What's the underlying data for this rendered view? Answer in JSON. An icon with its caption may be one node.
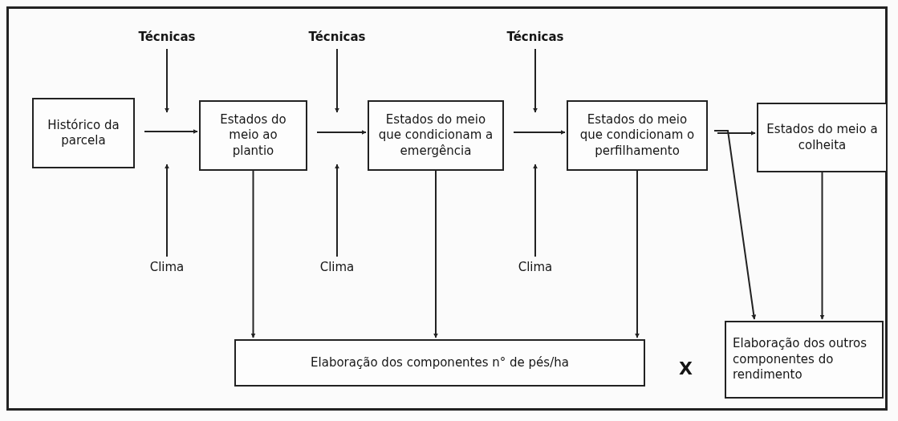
{
  "diagram": {
    "nodes": [
      {
        "text": [
          "Técnicas"
        ]
      },
      {
        "text": [
          "Técnicas"
        ]
      },
      {
        "text": [
          "Técnicas"
        ]
      },
      {
        "text": [
          "Histórico da parcela"
        ]
      },
      {
        "text": [
          "Estados do meio ao plantio"
        ]
      },
      {
        "text": [
          "Estados do meio que condicionam a emergência"
        ]
      },
      {
        "text": [
          "Estados do meio que condicionam o perfilhamento"
        ]
      },
      {
        "text": [
          "Estados do meio a colheita"
        ]
      },
      {
        "text": [
          "Clima"
        ]
      },
      {
        "text": [
          "Clima"
        ]
      },
      {
        "text": [
          "Clima"
        ]
      },
      {
        "text": [
          "Elaboração dos componentes n° de pés/ha"
        ]
      },
      {
        "text": [
          "Elaboração dos outros componentes do rendimento"
        ]
      }
    ],
    "edges": [
      {
        "from": 0,
        "to": null,
        "arrow": "to"
      },
      {
        "from": 1,
        "to": null,
        "arrow": "to"
      },
      {
        "from": 2,
        "to": null,
        "arrow": "to"
      },
      {
        "from": 8,
        "to": null,
        "arrow": "to"
      },
      {
        "from": 9,
        "to": null,
        "arrow": "to"
      },
      {
        "from": 10,
        "to": null,
        "arrow": "to"
      },
      {
        "from": 3,
        "to": 4,
        "arrow": "to"
      },
      {
        "from": 4,
        "to": 5,
        "arrow": "to"
      },
      {
        "from": 5,
        "to": 6,
        "arrow": "to"
      },
      {
        "from": 6,
        "to": 7,
        "arrow": "to"
      },
      {
        "from": 4,
        "to": 11,
        "arrow": "to"
      },
      {
        "from": 5,
        "to": 11,
        "arrow": "to"
      },
      {
        "from": 6,
        "to": 11,
        "arrow": "to"
      },
      {
        "from": 6,
        "to": 12,
        "arrow": "to"
      },
      {
        "from": 7,
        "to": 12,
        "arrow": "to"
      }
    ],
    "labels": [
      "X"
    ]
  }
}
